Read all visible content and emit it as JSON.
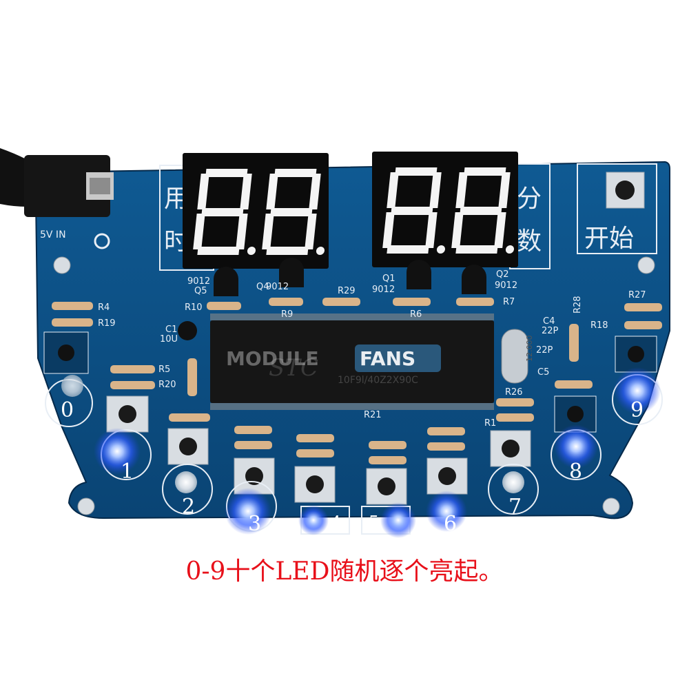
{
  "board": {
    "power_label": "5V IN",
    "left_panel_chars": [
      "用",
      "时"
    ],
    "right_panel_chars": [
      "分",
      "数"
    ],
    "start_label": "开始",
    "watermark_left": "MODULE",
    "watermark_right": "FANS",
    "chip_brand": "STC",
    "chip_text": "10F9l/40Z2X90C",
    "crystal_text": "12.000",
    "components": {
      "r4": "R4",
      "r19": "R19",
      "r5": "R5",
      "r20": "R20",
      "r10": "R10",
      "c1": "C1",
      "c1_value": "10U",
      "q5": "Q5",
      "q5_part": "9012",
      "q4": "Q4",
      "q4_part": "9012",
      "r9": "R9",
      "r29": "R29",
      "q1": "Q1",
      "q1_part": "9012",
      "r6": "R6",
      "q2": "Q2",
      "q2_part": "9012",
      "r7": "R7",
      "r28": "R28",
      "r27": "R27",
      "r18": "R18",
      "c4": "C4",
      "c4_value": "22P",
      "c5": "C5",
      "c5_value": "22P",
      "r26": "R26",
      "r21": "R21",
      "r11": "R1"
    },
    "led_numbers": [
      "0",
      "1",
      "2",
      "3",
      "4",
      "5",
      "6",
      "7",
      "8",
      "9"
    ]
  },
  "caption": "0-9十个LED随机逐个亮起。",
  "colors": {
    "pcb": "#0d4f83",
    "pcb_dark": "#073a66",
    "led_glow": "#4a7dff",
    "caption": "#e8101a"
  }
}
